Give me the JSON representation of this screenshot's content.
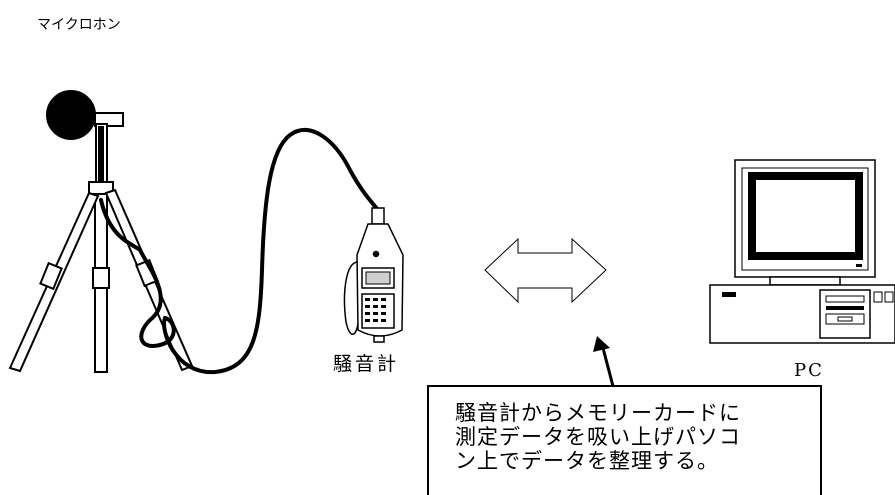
{
  "labels": {
    "microphone": "マイクロホン",
    "sound_level_meter": "騒音計",
    "pc": "PC"
  },
  "note": {
    "lines": [
      "騒音計からメモリーカードに",
      "測定データを吸い上げパソコ",
      "ン上でデータを整理する。"
    ]
  },
  "icons": {
    "microphone": "microphone-on-tripod",
    "meter": "sound-level-meter-icon",
    "transfer": "double-headed-arrow-icon",
    "computer": "desktop-computer-icon"
  }
}
